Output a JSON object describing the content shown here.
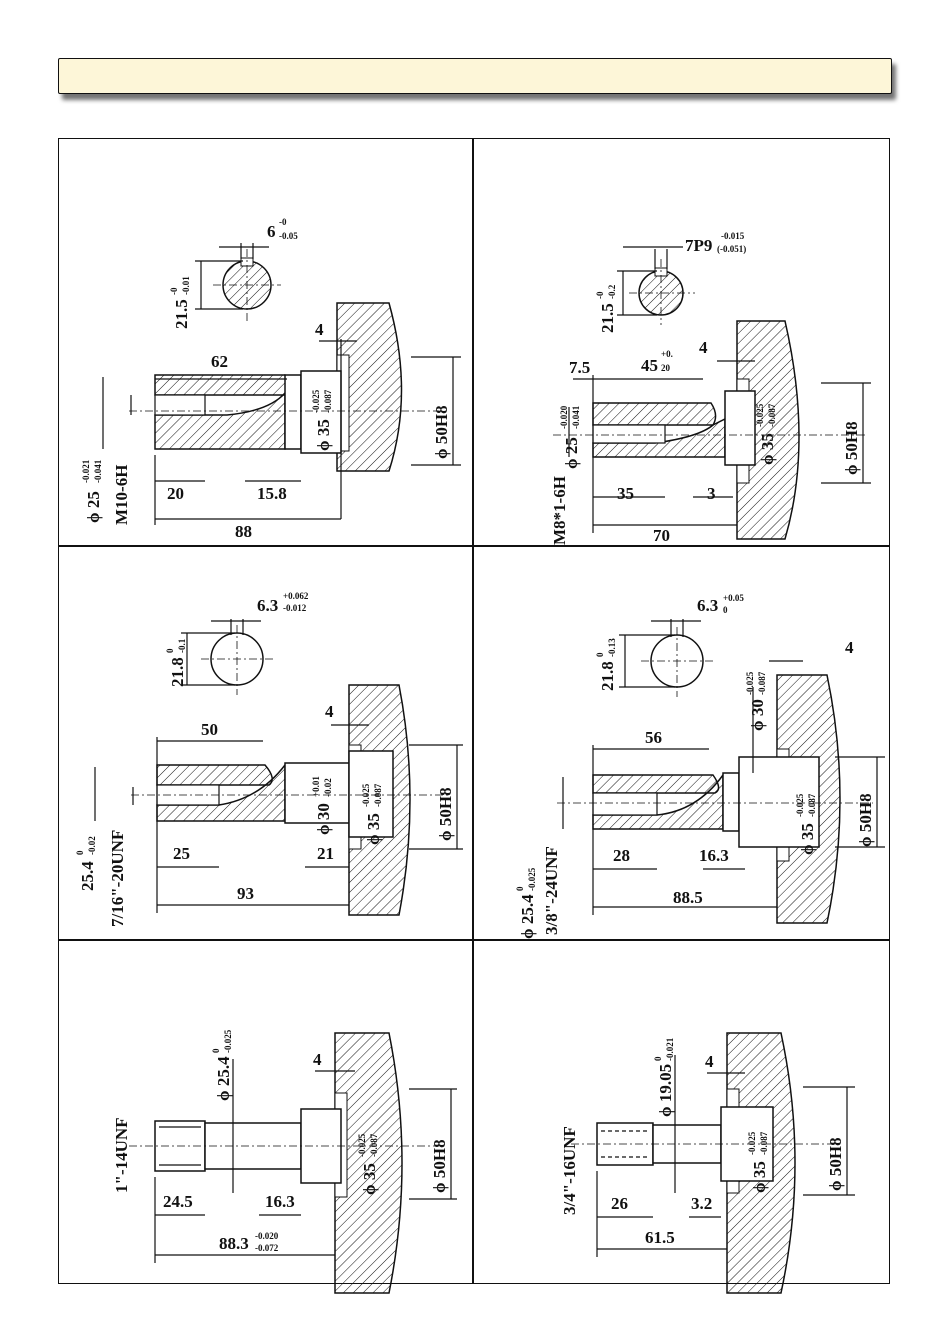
{
  "cells": [
    {
      "dims": {
        "key_w": "6",
        "key_w_tol_u": "-0",
        "key_w_tol_l": "-0.05",
        "key_h": "21.5",
        "key_h_tol_u": "-0",
        "key_h_tol_l": "-0.01",
        "len_key": "62",
        "flange": "4",
        "shaft_d": "ϕ 25",
        "shaft_d_tol_u": "-0.021",
        "shaft_d_tol_l": "-0.041",
        "thread": "M10-6H",
        "thread_len": "20",
        "shoulder": "15.8",
        "total": "88",
        "bearing": "ϕ 35",
        "bearing_tol_u": "-0.025",
        "bearing_tol_l": "-0.087",
        "housing": "ϕ 50H8"
      }
    },
    {
      "dims": {
        "key_w": "7P9",
        "key_w_tol_u": "-0.015",
        "key_w_tol_l": "(-0.051)",
        "key_h": "21.5",
        "key_h_tol_u": "-0",
        "key_h_tol_l": "-0.2",
        "lead": "7.5",
        "len_key": "45",
        "len_key_tol_u": "+0.",
        "len_key_tol_l": "20",
        "flange": "4",
        "shaft_d": "ϕ 25",
        "shaft_d_tol_u": "-0.020",
        "shaft_d_tol_l": "-0.041",
        "thread": "M8*1-6H",
        "thread_len": "35",
        "shoulder": "3",
        "total": "70",
        "bearing": "ϕ 35",
        "bearing_tol_u": "-0.025",
        "bearing_tol_l": "-0.087",
        "housing": "ϕ 50H8"
      }
    },
    {
      "dims": {
        "key_w": "6.3",
        "key_w_tol_u": "+0.062",
        "key_w_tol_l": "-0.012",
        "key_h": "21.8",
        "key_h_tol_u": "0",
        "key_h_tol_l": "-0.1",
        "len_key": "50",
        "flange": "4",
        "shaft_d": "25.4",
        "shaft_d_tol_u": "0",
        "shaft_d_tol_l": "-0.02",
        "thread": "7/16\"-20UNF",
        "thread_len": "25",
        "shoulder": "21",
        "total": "93",
        "neck": "ϕ 30",
        "neck_tol_u": "+0.01",
        "neck_tol_l": "-0.02",
        "bearing": "ϕ 35",
        "bearing_tol_u": "-0.025",
        "bearing_tol_l": "-0.087",
        "housing": "ϕ 50H8"
      }
    },
    {
      "dims": {
        "key_w": "6.3",
        "key_w_tol_u": "+0.05",
        "key_w_tol_l": "0",
        "key_h": "21.8",
        "key_h_tol_u": "0",
        "key_h_tol_l": "-0.13",
        "len_key": "56",
        "flange": "4",
        "shaft_d": "ϕ 25.4",
        "shaft_d_tol_u": "0",
        "shaft_d_tol_l": "-0.025",
        "thread": "3/8\"-24UNF",
        "thread_len": "28",
        "shoulder": "16.3",
        "total": "88.5",
        "neck": "ϕ 30",
        "neck_tol_u": "-0.025",
        "neck_tol_l": "-0.087",
        "bearing": "ϕ 35",
        "bearing_tol_u": "-0.025",
        "bearing_tol_l": "-0.087",
        "housing": "ϕ 50H8"
      }
    },
    {
      "dims": {
        "flange": "4",
        "shaft_d": "ϕ 25.4",
        "shaft_d_tol_u": "0",
        "shaft_d_tol_l": "-0.025",
        "thread": "1\"-14UNF",
        "thread_len": "24.5",
        "shoulder": "16.3",
        "total": "88.3",
        "total_tol_u": "-0.020",
        "total_tol_l": "-0.072",
        "bearing": "ϕ 35",
        "bearing_tol_u": "-0.025",
        "bearing_tol_l": "-0.087",
        "housing": "ϕ 50H8"
      }
    },
    {
      "dims": {
        "flange": "4",
        "shaft_d": "ϕ 19.05",
        "shaft_d_tol_u": "0",
        "shaft_d_tol_l": "-0.021",
        "thread": "3/4\"-16UNF",
        "thread_len": "26",
        "shoulder": "3.2",
        "total": "61.5",
        "bearing": "ϕ 35",
        "bearing_tol_u": "-0.025",
        "bearing_tol_l": "-0.087",
        "housing": "ϕ 50H8"
      }
    }
  ]
}
